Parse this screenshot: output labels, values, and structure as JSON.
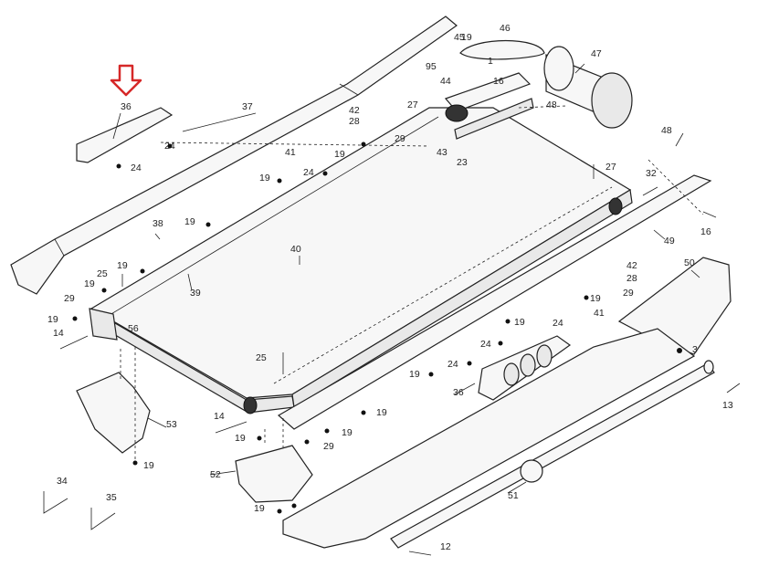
{
  "colors": {
    "arrow": "#d62828",
    "ink": "#222222"
  },
  "callouts": {
    "c3": "3",
    "c12": "12",
    "c13": "13",
    "c14a": "14",
    "c14b": "14",
    "c16a": "16",
    "c16b": "16",
    "c19a": "19",
    "c19b": "19",
    "c19c": "19",
    "c19d": "19",
    "c19e": "19",
    "c19f": "19",
    "c19g": "19",
    "c19h": "19",
    "c19i": "19",
    "c19j": "19",
    "c19k": "19",
    "c19l": "19",
    "c19m": "19",
    "c19n": "19",
    "c19o": "19",
    "c23": "23",
    "c24a": "24",
    "c24b": "24",
    "c24c": "24",
    "c24d": "24",
    "c24e": "24",
    "c24f": "24",
    "c25a": "25",
    "c25b": "25",
    "c27a": "27",
    "c27b": "27",
    "c28a": "28",
    "c28b": "28",
    "c29a": "29",
    "c29b": "29",
    "c29c": "29",
    "c29d": "29",
    "c32": "32",
    "c34": "34",
    "c35": "35",
    "c36a": "36",
    "c36b": "36",
    "c37": "37",
    "c38": "38",
    "c39": "39",
    "c40": "40",
    "c41a": "41",
    "c41b": "41",
    "c42a": "42",
    "c42b": "42",
    "c43": "43",
    "c44": "44",
    "c45": "45",
    "c46": "46",
    "c47": "47",
    "c48a": "48",
    "c48b": "48",
    "c49": "49",
    "c50": "50",
    "c51": "51",
    "c52": "52",
    "c53": "53",
    "c56": "56",
    "c95": "95",
    "c1": "1"
  }
}
